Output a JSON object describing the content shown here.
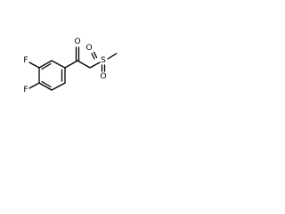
{
  "structure": {
    "atoms": {
      "fluorine_upper": "F",
      "fluorine_lower": "F",
      "carbonyl_oxygen": "O",
      "sulfur": "S",
      "sulfonyl_oxygen_upper": "O",
      "sulfonyl_oxygen_lower": "O"
    }
  }
}
